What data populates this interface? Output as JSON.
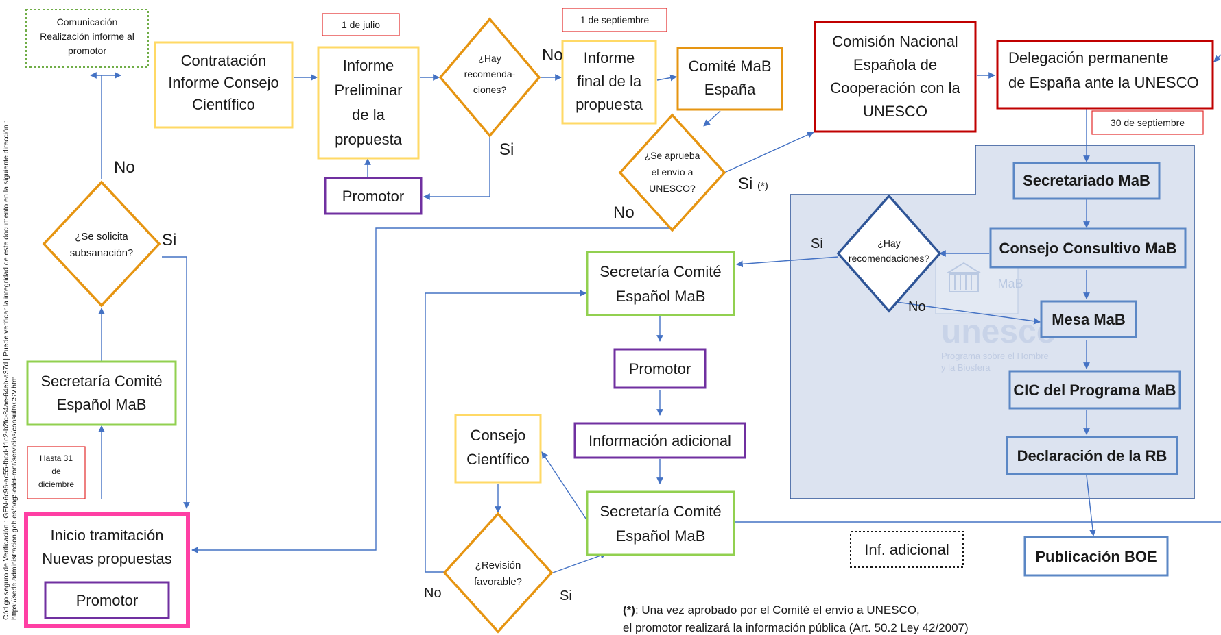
{
  "side_text": {
    "line1": "Código seguro de Verificación : GEN-6c96-ac55-fbcd-11c2-b2fc-84ae-64eb-a37d | Puede verificar la integridad de este documento en la siguiente dirección :",
    "line2": "https://sede.administracion.gob.es/pagSedeFront/servicios/consultaCSV.htm"
  },
  "dates": {
    "julio": "1 de julio",
    "septiembre": "1 de septiembre",
    "sept30": "30  de septiembre",
    "hasta": [
      "Hasta 31",
      "de",
      "diciembre"
    ]
  },
  "nodes": {
    "comunicacion": [
      "Comunicación",
      "Realización informe al",
      "promotor"
    ],
    "contratacion": [
      "Contratación",
      "Informe Consejo",
      "Científico"
    ],
    "informe_preliminar": [
      "Informe",
      "Preliminar",
      "de la",
      "propuesta"
    ],
    "hay_recomendaciones_1": [
      "¿Hay",
      "recomenda-",
      "ciones?"
    ],
    "informe_final": [
      "Informe",
      "final de la",
      "propuesta"
    ],
    "comite_mab": [
      "Comité MaB",
      "España"
    ],
    "comision_nacional": [
      "Comisión Nacional",
      "Española de",
      "Cooperación con la",
      "UNESCO"
    ],
    "delegacion": [
      "Delegación permanente",
      "de España ante la UNESCO"
    ],
    "promotor_top": "Promotor",
    "se_aprueba": [
      "¿Se aprueba",
      "el envío a",
      "UNESCO?"
    ],
    "se_solicita": [
      "¿Se solicita",
      "subsanación?"
    ],
    "secretaria_left": [
      "Secretaría Comité",
      "Español MaB"
    ],
    "inicio": [
      "Inicio tramitación",
      "Nuevas propuestas"
    ],
    "promotor_inicio": "Promotor",
    "secretaria_mid": [
      "Secretaría Comité",
      "Español MaB"
    ],
    "promotor_mid": "Promotor",
    "info_adicional": "Información adicional",
    "consejo_cientifico": [
      "Consejo",
      "Científico"
    ],
    "secretaria_bottom": [
      "Secretaría Comité",
      "Español MaB"
    ],
    "revision": [
      "¿Revisión",
      "favorable?"
    ],
    "inf_adicional": "Inf. adicional",
    "secretariado_mab": "Secretariado MaB",
    "hay_recomendaciones_2": [
      "¿Hay",
      "recomendaciones?"
    ],
    "consejo_consultivo": "Consejo Consultivo MaB",
    "mesa_mab": "Mesa MaB",
    "cic": "CIC del Programa MaB",
    "declaracion": "Declaración de la RB",
    "publicacion": "Publicación BOE"
  },
  "labels": {
    "no_top_left": "No",
    "no_recomendaciones": "No",
    "si_recomendaciones": "Si",
    "no_aprueba": "No",
    "si_aprueba": "Si",
    "si_aprueba_note": "(*)",
    "si_subsanacion": "Si",
    "si_mab": "Si",
    "no_mab": "No",
    "no_revision": "No",
    "si_revision": "Si"
  },
  "unesco_logo": {
    "word": "unesco",
    "mab": "MaB",
    "caption": [
      "Programa sobre el Hombre",
      "y la Biosfera"
    ]
  },
  "footnote": {
    "mark": "(*)",
    "text": ": Una vez aprobado por el Comité el envío a UNESCO,",
    "line2": "el promotor realizará la información pública (Art. 50.2 Ley 42/2007)"
  },
  "colors": {
    "arrow": "#4472c4",
    "yellow": "#ffd966",
    "purple": "#7030a0",
    "green": "#92d050",
    "orange": "#e69512",
    "red": "#e32b2b",
    "pink": "#ff3fa4",
    "panel": "#dce3f0",
    "panel_border": "#2f5597",
    "blue_box": "#5b87c5"
  }
}
